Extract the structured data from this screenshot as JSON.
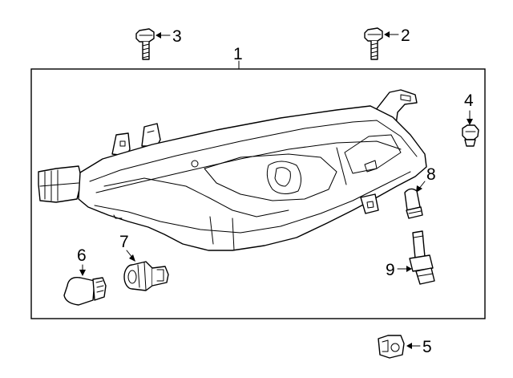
{
  "callouts": {
    "c1": "1",
    "c2": "2",
    "c3": "3",
    "c4": "4",
    "c5": "5",
    "c6": "6",
    "c7": "7",
    "c8": "8",
    "c9": "9"
  },
  "icons": [
    "bolt-icon",
    "bolt-icon",
    "clip-nut-icon",
    "bracket-icon",
    "bulb-icon",
    "socket-icon",
    "wedge-bulb-icon",
    "hid-bulb-icon",
    "headlamp-assembly-icon"
  ]
}
